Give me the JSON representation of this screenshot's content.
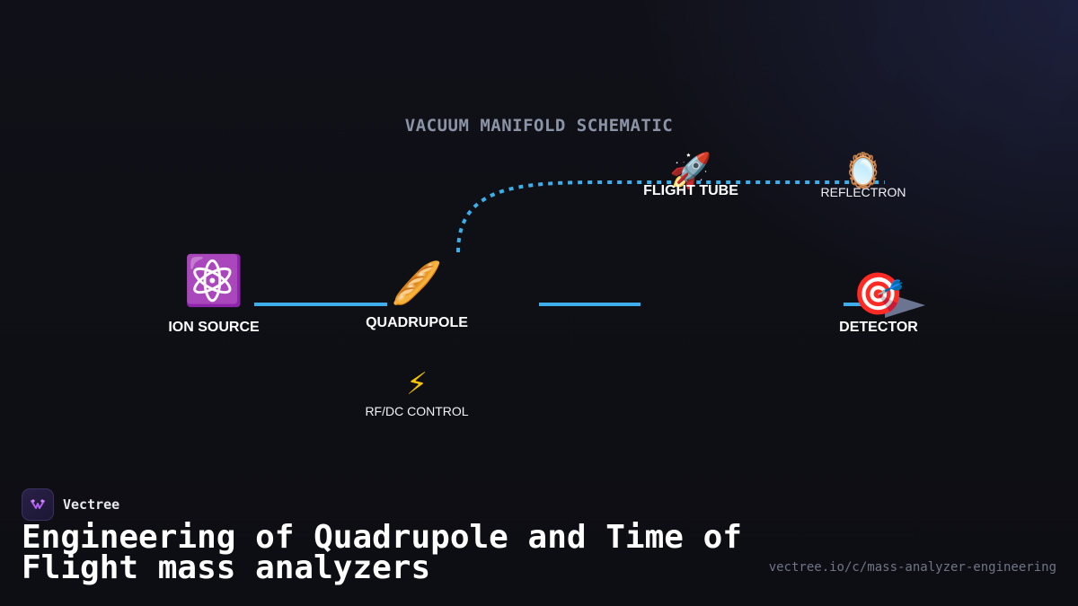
{
  "diagram": {
    "title": "VACUUM MANIFOLD SCHEMATIC",
    "line_color": "#3daee9",
    "nodes": {
      "ion_source": {
        "label": "ION SOURCE",
        "icon": "⚛️"
      },
      "quadrupole": {
        "label": "QUADRUPOLE",
        "icon": "🥖"
      },
      "rfdc": {
        "label": "RF/DC CONTROL",
        "icon": "⚡"
      },
      "flight_tube": {
        "label": "FLIGHT TUBE",
        "icon": "🚀"
      },
      "reflectron": {
        "label": "REFLECTRON",
        "icon": "🪞"
      },
      "detector": {
        "label": "DETECTOR",
        "icon": "🎯"
      }
    }
  },
  "footer": {
    "brand": "Vectree",
    "title": "Engineering of Quadrupole and Time of Flight mass analyzers",
    "url": "vectree.io/c/mass-analyzer-engineering"
  }
}
